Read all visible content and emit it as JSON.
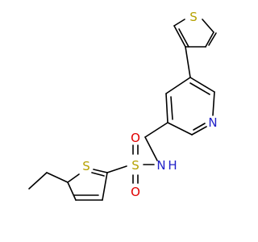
{
  "structure": {
    "atoms": {
      "s_thiophene_top": "S",
      "n_pyridine": "N",
      "s_thiophene_bottom": "S",
      "s_sulfonyl": "S",
      "o_sulfonyl_top": "O",
      "o_sulfonyl_bottom": "O",
      "n_amide": "N",
      "h_amide": "H"
    },
    "colors": {
      "sulfur": "#b5a100",
      "oxygen": "#e00000",
      "nitrogen": "#2020c8",
      "carbon_bond": "#000000"
    }
  }
}
